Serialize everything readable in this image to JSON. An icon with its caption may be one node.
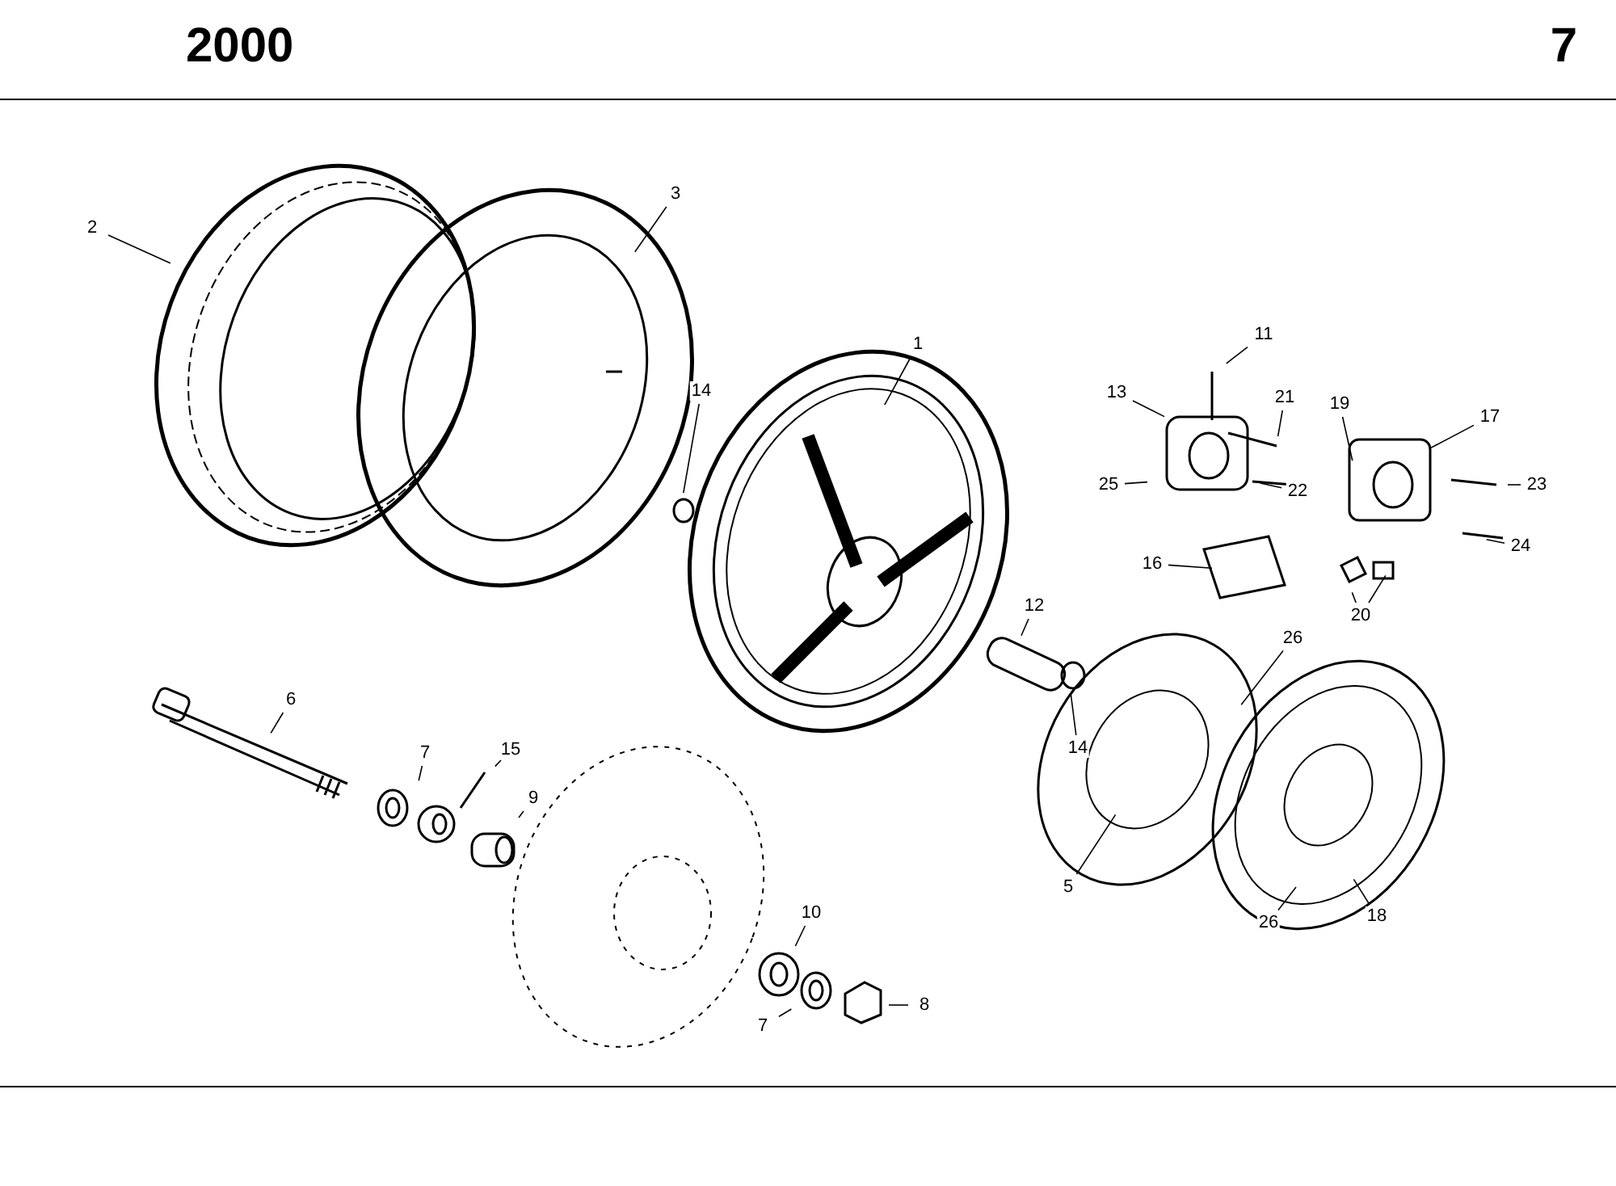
{
  "diagram": {
    "title": "2000",
    "nodes": [
      {
        "text": [
          "2"
        ]
      },
      {
        "text": [
          "3"
        ]
      },
      {
        "text": [
          "1"
        ]
      },
      {
        "text": [
          "14"
        ]
      },
      {
        "text": [
          "11"
        ]
      },
      {
        "text": [
          "13"
        ]
      },
      {
        "text": [
          "21"
        ]
      },
      {
        "text": [
          "19"
        ]
      },
      {
        "text": [
          "17"
        ]
      },
      {
        "text": [
          "25"
        ]
      },
      {
        "text": [
          "22"
        ]
      },
      {
        "text": [
          "23"
        ]
      },
      {
        "text": [
          "16"
        ]
      },
      {
        "text": [
          "24"
        ]
      },
      {
        "text": [
          "20"
        ]
      },
      {
        "text": [
          "12"
        ]
      },
      {
        "text": [
          "26"
        ]
      },
      {
        "text": [
          "6"
        ]
      },
      {
        "text": [
          "14"
        ]
      },
      {
        "text": [
          "7"
        ]
      },
      {
        "text": [
          "15"
        ]
      },
      {
        "text": [
          "9"
        ]
      },
      {
        "text": [
          "5"
        ]
      },
      {
        "text": [
          "10"
        ]
      },
      {
        "text": [
          "26"
        ]
      },
      {
        "text": [
          "18"
        ]
      },
      {
        "text": [
          "7"
        ]
      },
      {
        "text": [
          "8"
        ]
      }
    ],
    "edges": [
      {
        "from": 0,
        "to": null,
        "arrow": "none"
      },
      {
        "from": 1,
        "to": null,
        "arrow": "none"
      },
      {
        "from": 2,
        "to": null,
        "arrow": "none"
      },
      {
        "from": 3,
        "to": null,
        "arrow": "none"
      },
      {
        "from": 4,
        "to": null,
        "arrow": "none"
      },
      {
        "from": 5,
        "to": null,
        "arrow": "none"
      },
      {
        "from": 6,
        "to": null,
        "arrow": "none"
      },
      {
        "from": 7,
        "to": null,
        "arrow": "none"
      },
      {
        "from": 8,
        "to": null,
        "arrow": "none"
      },
      {
        "from": 9,
        "to": null,
        "arrow": "none"
      },
      {
        "from": 10,
        "to": null,
        "arrow": "none"
      },
      {
        "from": 11,
        "to": null,
        "arrow": "none"
      },
      {
        "from": 12,
        "to": null,
        "arrow": "none"
      },
      {
        "from": 13,
        "to": null,
        "arrow": "none"
      },
      {
        "from": 14,
        "to": null,
        "arrow": "none"
      },
      {
        "from": 14,
        "to": null,
        "arrow": "none"
      },
      {
        "from": 15,
        "to": null,
        "arrow": "none"
      },
      {
        "from": 16,
        "to": null,
        "arrow": "none"
      },
      {
        "from": 17,
        "to": null,
        "arrow": "none"
      },
      {
        "from": 18,
        "to": null,
        "arrow": "none"
      },
      {
        "from": 19,
        "to": null,
        "arrow": "none"
      },
      {
        "from": 20,
        "to": null,
        "arrow": "none"
      },
      {
        "from": 21,
        "to": null,
        "arrow": "none"
      },
      {
        "from": 22,
        "to": null,
        "arrow": "none"
      },
      {
        "from": 23,
        "to": null,
        "arrow": "none"
      },
      {
        "from": 24,
        "to": null,
        "arrow": "none"
      },
      {
        "from": 25,
        "to": null,
        "arrow": "none"
      },
      {
        "from": 26,
        "to": null,
        "arrow": "none"
      },
      {
        "from": 27,
        "to": null,
        "arrow": "none"
      }
    ],
    "labels": [
      "7"
    ]
  }
}
